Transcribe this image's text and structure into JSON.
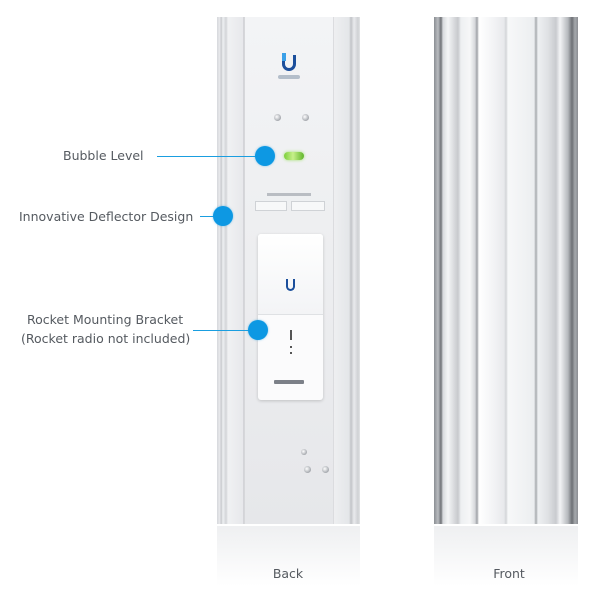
{
  "callouts": [
    {
      "id": "bubble-level",
      "label": "Bubble Level"
    },
    {
      "id": "deflector",
      "label": "Innovative Deflector Design"
    },
    {
      "id": "bracket",
      "label_line1": "Rocket Mounting Bracket",
      "label_line2": "(Rocket radio not included)"
    }
  ],
  "captions": {
    "back": "Back",
    "front": "Front"
  },
  "colors": {
    "accent": "#0d98e3",
    "text": "#555a60",
    "bubble": "#7bcf3a"
  }
}
